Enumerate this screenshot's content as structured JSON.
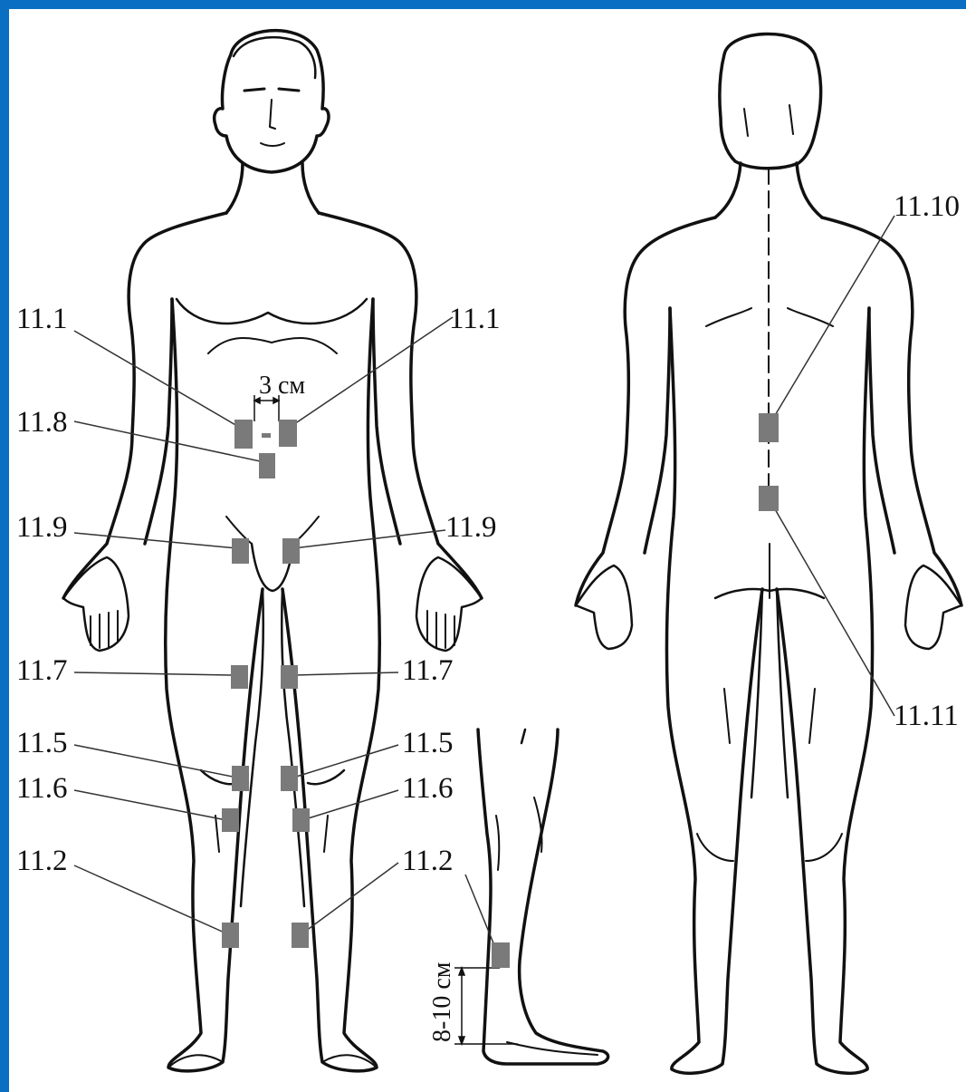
{
  "colors": {
    "frame": "#0a6fc2",
    "outline": "#111111",
    "pad": "#7a7a7a",
    "leader": "#333333"
  },
  "labels": {
    "l_11_1_left": "11.1",
    "l_11_1_right": "11.1",
    "l_11_8": "11.8",
    "l_11_9_left": "11.9",
    "l_11_9_right": "11.9",
    "l_11_7_left": "11.7",
    "l_11_7_right": "11.7",
    "l_11_5_left": "11.5",
    "l_11_5_right": "11.5",
    "l_11_6_left": "11.6",
    "l_11_6_right": "11.6",
    "l_11_2_left": "11.2",
    "l_11_2_right": "11.2",
    "l_11_10": "11.10",
    "l_11_11": "11.11",
    "dim_3cm": "3 см",
    "dim_8_10cm": "8-10 см"
  }
}
